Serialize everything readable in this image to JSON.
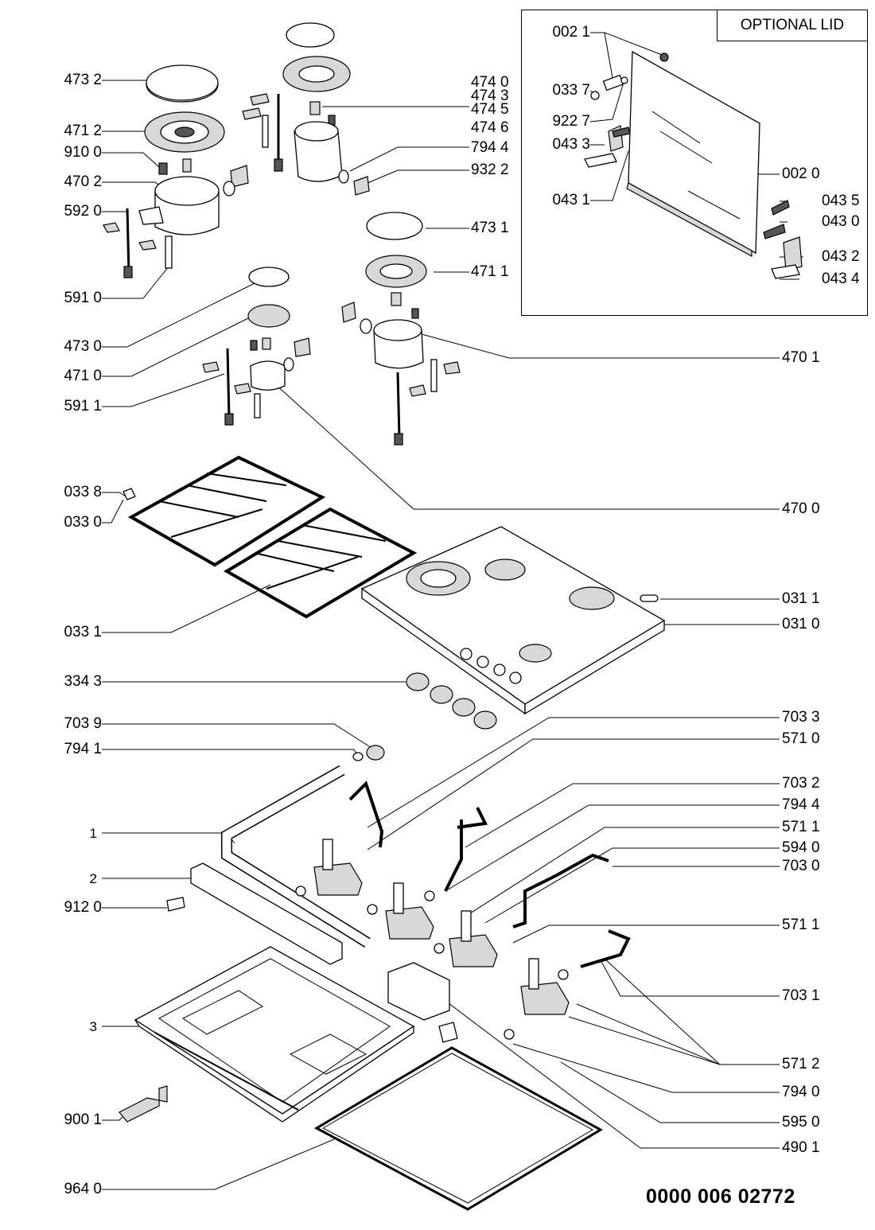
{
  "optional_lid": {
    "title": "OPTIONAL LID"
  },
  "drawing_number": "0000 006 02772",
  "labels_left": [
    {
      "id": "l-4732",
      "text": "473 2"
    },
    {
      "id": "l-4712",
      "text": "471 2"
    },
    {
      "id": "l-9100",
      "text": "910 0"
    },
    {
      "id": "l-4702",
      "text": "470 2"
    },
    {
      "id": "l-5920",
      "text": "592 0"
    },
    {
      "id": "l-5910",
      "text": "591 0"
    },
    {
      "id": "l-4730",
      "text": "473 0"
    },
    {
      "id": "l-4710",
      "text": "471 0"
    },
    {
      "id": "l-5911",
      "text": "591 1"
    },
    {
      "id": "l-0338",
      "text": "033 8"
    },
    {
      "id": "l-0330",
      "text": "033 0"
    },
    {
      "id": "l-0331",
      "text": "033 1"
    },
    {
      "id": "l-3343",
      "text": "334 3"
    },
    {
      "id": "l-7039",
      "text": "703 9"
    },
    {
      "id": "l-7941",
      "text": "794 1"
    },
    {
      "id": "l-1",
      "text": "1"
    },
    {
      "id": "l-2",
      "text": "2"
    },
    {
      "id": "l-9120",
      "text": "912 0"
    },
    {
      "id": "l-3",
      "text": "3"
    },
    {
      "id": "l-9001",
      "text": "900 1"
    },
    {
      "id": "l-9640",
      "text": "964 0"
    }
  ],
  "labels_right": [
    {
      "id": "r-4740",
      "text": "474 0"
    },
    {
      "id": "r-4743",
      "text": "474 3"
    },
    {
      "id": "r-4745",
      "text": "474 5"
    },
    {
      "id": "r-4746",
      "text": "474 6"
    },
    {
      "id": "r-7944a",
      "text": "794 4"
    },
    {
      "id": "r-9322",
      "text": "932 2"
    },
    {
      "id": "r-4731",
      "text": "473 1"
    },
    {
      "id": "r-4711",
      "text": "471 1"
    },
    {
      "id": "r-4701",
      "text": "470 1"
    },
    {
      "id": "r-4700",
      "text": "470 0"
    },
    {
      "id": "r-0311",
      "text": "031 1"
    },
    {
      "id": "r-0310",
      "text": "031 0"
    },
    {
      "id": "r-7033",
      "text": "703 3"
    },
    {
      "id": "r-5710",
      "text": "571 0"
    },
    {
      "id": "r-7032",
      "text": "703 2"
    },
    {
      "id": "r-7944b",
      "text": "794 4"
    },
    {
      "id": "r-5711a",
      "text": "571 1"
    },
    {
      "id": "r-5940",
      "text": "594 0"
    },
    {
      "id": "r-7030",
      "text": "703 0"
    },
    {
      "id": "r-5711b",
      "text": "571 1"
    },
    {
      "id": "r-7031",
      "text": "703 1"
    },
    {
      "id": "r-5712",
      "text": "571 2"
    },
    {
      "id": "r-7940",
      "text": "794 0"
    },
    {
      "id": "r-5950",
      "text": "595 0"
    },
    {
      "id": "r-4901",
      "text": "490 1"
    }
  ],
  "labels_lid": [
    {
      "id": "o-0021",
      "text": "002 1"
    },
    {
      "id": "o-0337",
      "text": "033 7"
    },
    {
      "id": "o-9227",
      "text": "922 7"
    },
    {
      "id": "o-0433",
      "text": "043 3"
    },
    {
      "id": "o-0431",
      "text": "043 1"
    },
    {
      "id": "o-0020",
      "text": "002 0"
    },
    {
      "id": "o-0435",
      "text": "043 5"
    },
    {
      "id": "o-0430",
      "text": "043 0"
    },
    {
      "id": "o-0432",
      "text": "043 2"
    },
    {
      "id": "o-0434",
      "text": "043 4"
    }
  ]
}
